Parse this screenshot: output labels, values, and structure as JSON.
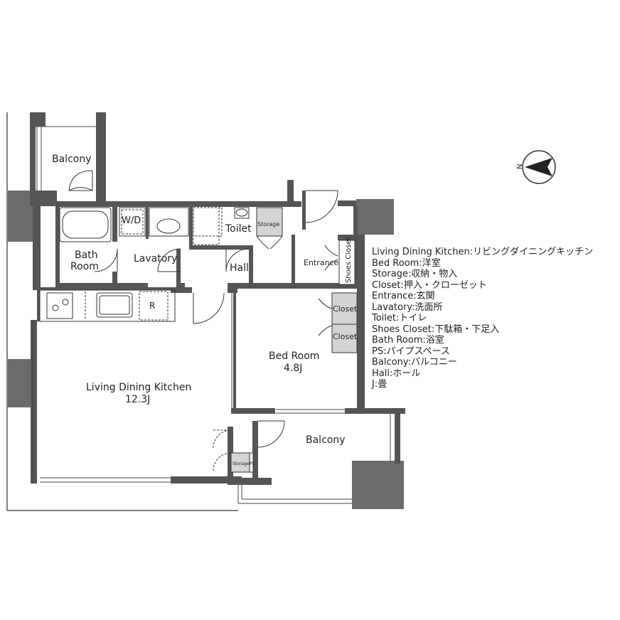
{
  "rooms": {
    "balcony_top": "Balcony",
    "bath_room": [
      "Bath",
      "Room"
    ],
    "wd": "W/D",
    "toilet": "Toilet",
    "storage_top": "Storage",
    "lavatory": "Lavatory",
    "hall": "Hall",
    "entrance": "Entrance",
    "shoes_closet": "Shoes Closet",
    "refrigerator": "R",
    "closet_1": "Closet",
    "closet_2": "Closet",
    "bed_room": "Bed Room",
    "bed_room_size": "4.8J",
    "ldk": "Living Dining Kitchen",
    "ldk_size": "12.3J",
    "balcony_bottom": "Balcony",
    "storage_bottom": "Storage",
    "ps": "PS"
  },
  "compass": {
    "label": "N"
  },
  "legend": [
    "Living Dining Kitchen:リビングダイニングキッチン",
    "Bed Room:洋室",
    "Storage:収納・物入",
    "Closet:押入・クローゼット",
    "Entrance:玄関",
    "Lavatory:洗面所",
    "Toilet:トイレ",
    "Shoes Closet:下駄箱・下足入",
    "Bath Room:浴室",
    "PS:パイプスペース",
    "Balcony:バルコニー",
    "Hall:ホール",
    "J:畳"
  ],
  "colors": {
    "wall": "#555555",
    "column": "#6b6b6b",
    "storage_fill": "#d4d4d4",
    "line": "#333333"
  }
}
